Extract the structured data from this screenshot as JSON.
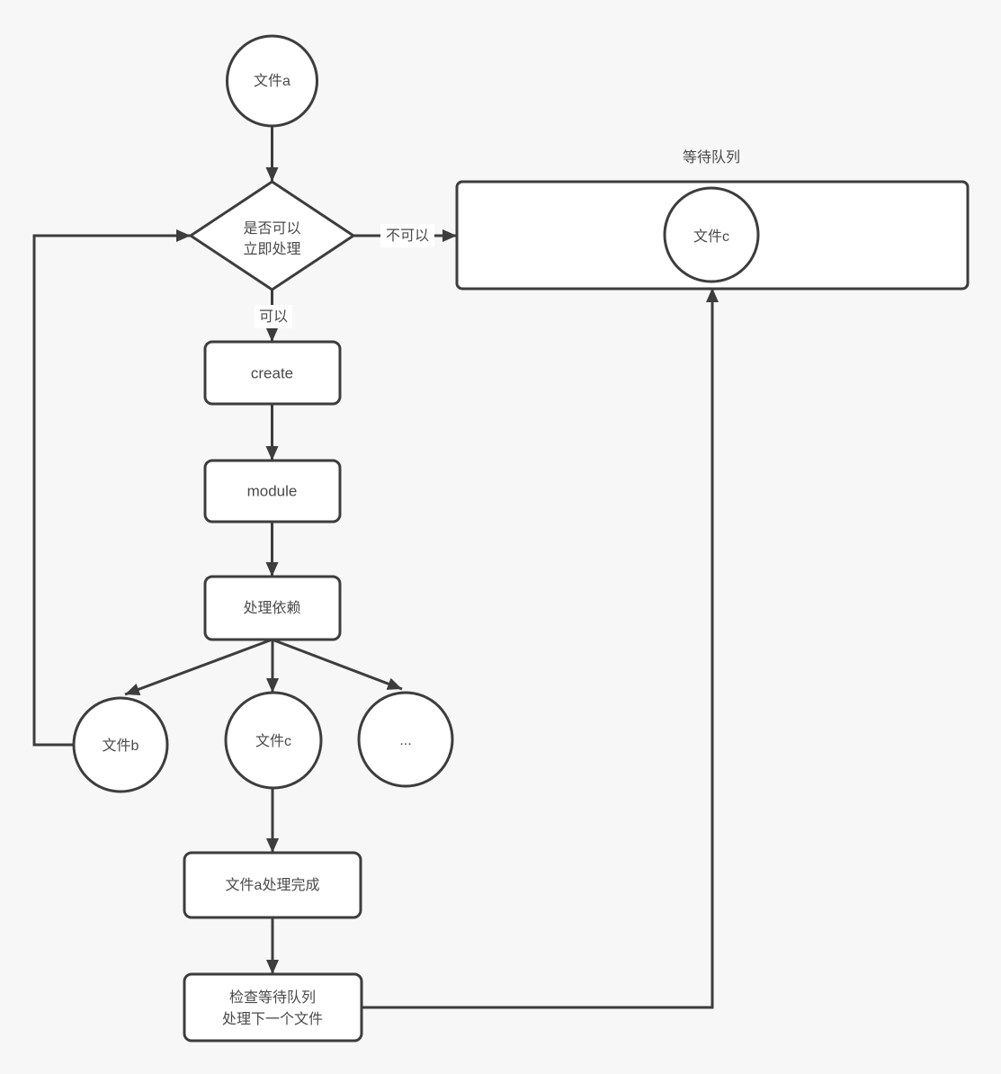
{
  "colors": {
    "canvas_background": "#f7f7f7",
    "node_fill": "#ffffff",
    "stroke": "#3d3d3d",
    "text": "#4a4a4a",
    "label_bg": "#ffffff"
  },
  "diagram": {
    "queue": {
      "title": "等待队列",
      "item_label": "文件c"
    },
    "nodes": {
      "file_a": "文件a",
      "decision_line1": "是否可以",
      "decision_line2": "立即处理",
      "create": "create",
      "module": "module",
      "process_deps": "处理依赖",
      "file_b": "文件b",
      "file_c": "文件c",
      "ellipsis": "...",
      "done": "文件a处理完成",
      "check_line1": "检查等待队列",
      "check_line2": "处理下一个文件"
    },
    "edge_labels": {
      "cannot": "不可以",
      "can": "可以"
    }
  }
}
